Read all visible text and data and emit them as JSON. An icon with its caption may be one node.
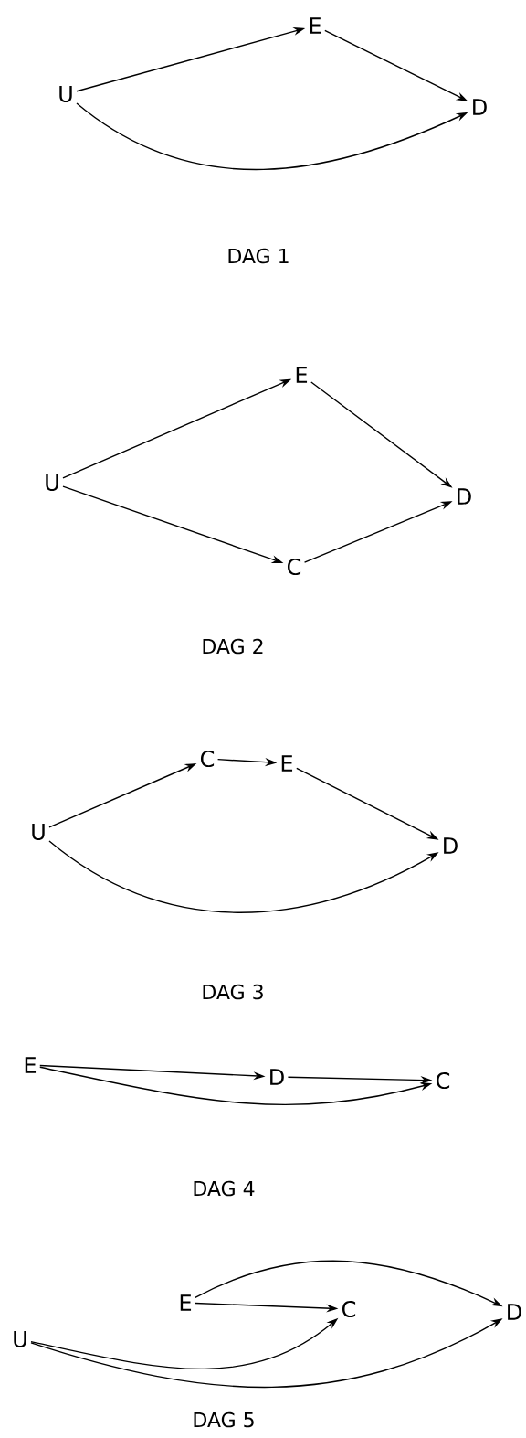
{
  "diagram": {
    "nodes": [
      {
        "text": [
          "U"
        ]
      },
      {
        "text": [
          "E"
        ]
      },
      {
        "text": [
          "D"
        ]
      },
      {
        "text": [
          "E"
        ]
      },
      {
        "text": [
          "U"
        ]
      },
      {
        "text": [
          "D"
        ]
      },
      {
        "text": [
          "C"
        ]
      },
      {
        "text": [
          "C"
        ]
      },
      {
        "text": [
          "E"
        ]
      },
      {
        "text": [
          "U"
        ]
      },
      {
        "text": [
          "D"
        ]
      },
      {
        "text": [
          "E"
        ]
      },
      {
        "text": [
          "D"
        ]
      },
      {
        "text": [
          "C"
        ]
      },
      {
        "text": [
          "E"
        ]
      },
      {
        "text": [
          "C"
        ]
      },
      {
        "text": [
          "D"
        ]
      },
      {
        "text": [
          "U"
        ]
      }
    ],
    "edges": [
      {
        "from": 0,
        "to": 1,
        "arrow": "to"
      },
      {
        "from": 1,
        "to": 2,
        "arrow": "to"
      },
      {
        "from": 0,
        "to": 2,
        "arrow": "to"
      },
      {
        "from": 4,
        "to": 3,
        "arrow": "to"
      },
      {
        "from": 3,
        "to": 5,
        "arrow": "to"
      },
      {
        "from": 4,
        "to": 6,
        "arrow": "to"
      },
      {
        "from": 6,
        "to": 5,
        "arrow": "to"
      },
      {
        "from": 9,
        "to": 7,
        "arrow": "to"
      },
      {
        "from": 7,
        "to": 8,
        "arrow": "to"
      },
      {
        "from": 8,
        "to": 10,
        "arrow": "to"
      },
      {
        "from": 9,
        "to": 10,
        "arrow": "to"
      },
      {
        "from": 11,
        "to": 12,
        "arrow": "to"
      },
      {
        "from": 12,
        "to": 13,
        "arrow": "to"
      },
      {
        "from": 11,
        "to": 13,
        "arrow": "to"
      },
      {
        "from": 14,
        "to": 16,
        "arrow": "to"
      },
      {
        "from": 14,
        "to": 15,
        "arrow": "to"
      },
      {
        "from": 17,
        "to": 15,
        "arrow": "to"
      },
      {
        "from": 17,
        "to": 16,
        "arrow": "to"
      }
    ],
    "labels": [
      "DAG 1",
      "DAG 2",
      "DAG 3",
      "DAG 4",
      "DAG 5"
    ]
  }
}
